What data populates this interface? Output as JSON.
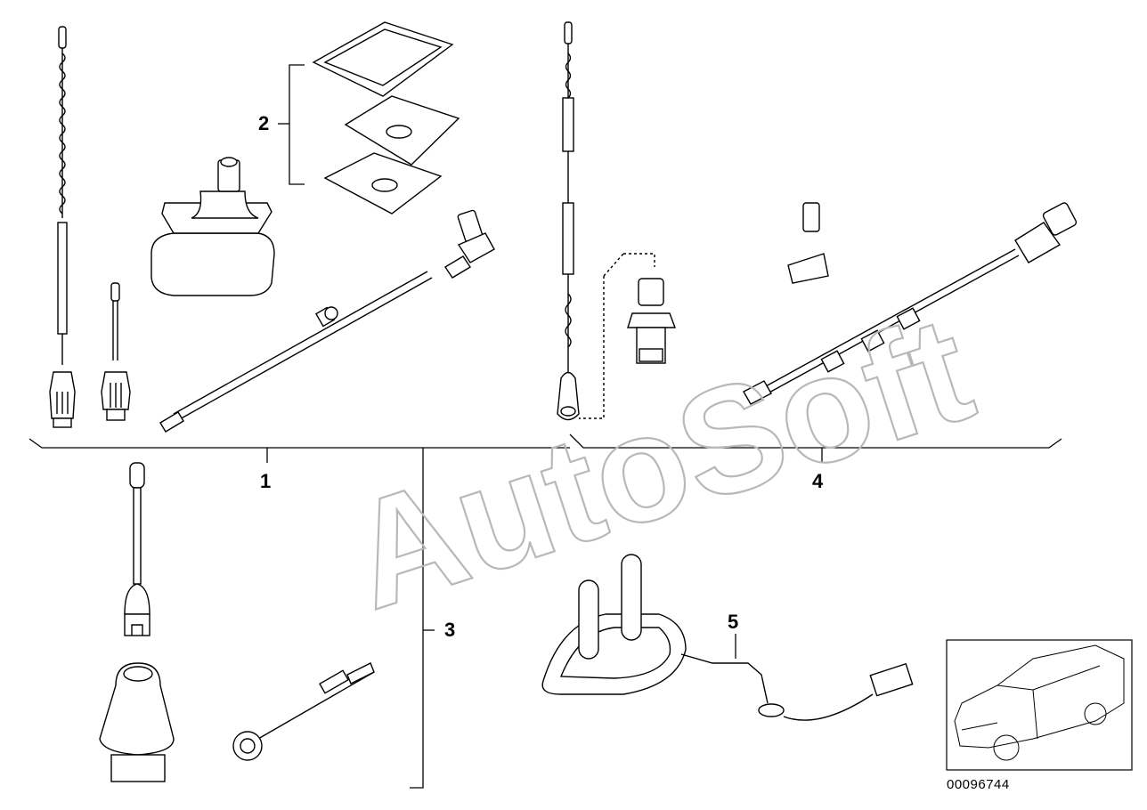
{
  "diagram": {
    "callouts": {
      "c1": "1",
      "c2": "2",
      "c3": "3",
      "c4": "4",
      "c5": "5"
    },
    "watermark": "AutoSoft",
    "reference_number": "00096744"
  }
}
